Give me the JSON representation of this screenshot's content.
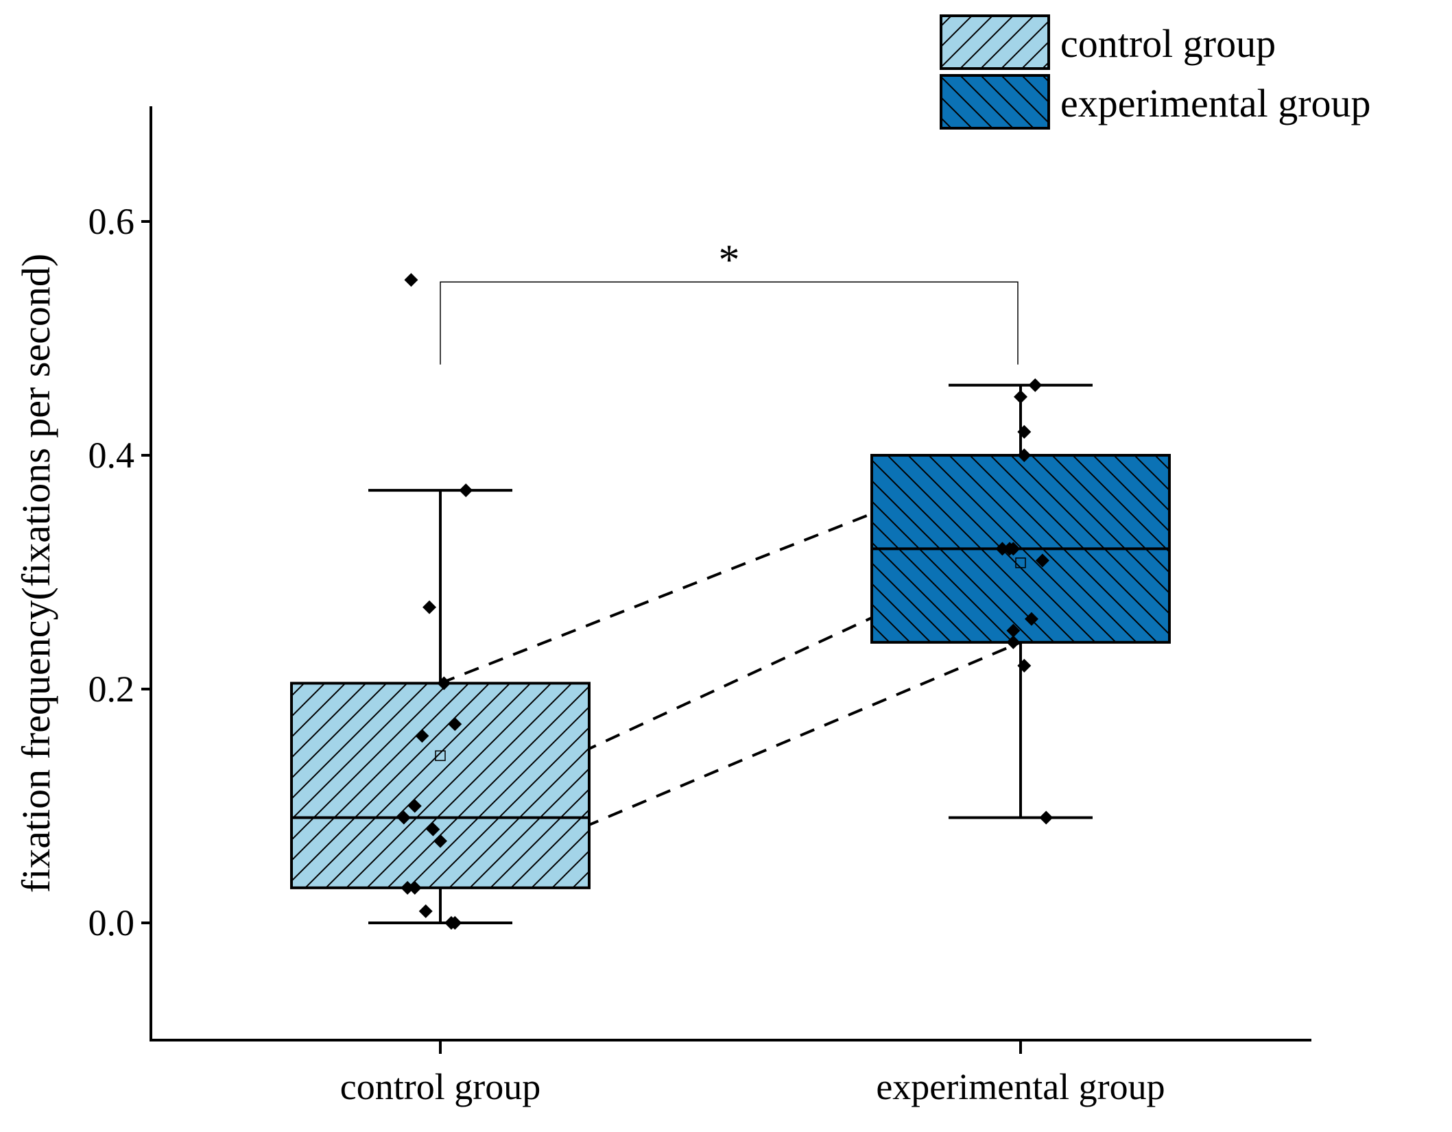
{
  "chart_data": {
    "type": "box",
    "ylabel": "fixation frequency(fixations per second)",
    "xlabel": "",
    "ylim": [
      -0.1,
      0.7
    ],
    "yticks": [
      0.0,
      0.2,
      0.4,
      0.6
    ],
    "ytick_labels": [
      "0.0",
      "0.2",
      "0.4",
      "0.6"
    ],
    "categories": [
      "control group",
      "experimental group"
    ],
    "legend": {
      "position": "top-right",
      "entries": [
        "control group",
        "experimental group"
      ]
    },
    "colors": {
      "control": "#a3d4e8",
      "experimental": "#0b72b5",
      "line": "#000000"
    },
    "series": [
      {
        "name": "control group",
        "fill": "#a3d4e8",
        "hatch": "forward",
        "whisker_low": 0.0,
        "q1": 0.03,
        "median": 0.09,
        "q3": 0.205,
        "whisker_high": 0.37,
        "mean": 0.143,
        "points": [
          {
            "jitter": -0.08,
            "y": 0.55
          },
          {
            "jitter": 0.07,
            "y": 0.37
          },
          {
            "jitter": -0.03,
            "y": 0.27
          },
          {
            "jitter": 0.01,
            "y": 0.205
          },
          {
            "jitter": 0.04,
            "y": 0.17
          },
          {
            "jitter": -0.05,
            "y": 0.16
          },
          {
            "jitter": -0.07,
            "y": 0.1
          },
          {
            "jitter": -0.1,
            "y": 0.09
          },
          {
            "jitter": -0.02,
            "y": 0.08
          },
          {
            "jitter": 0.0,
            "y": 0.07
          },
          {
            "jitter": -0.09,
            "y": 0.03
          },
          {
            "jitter": -0.07,
            "y": 0.03
          },
          {
            "jitter": -0.04,
            "y": 0.01
          },
          {
            "jitter": 0.03,
            "y": 0.0
          },
          {
            "jitter": 0.04,
            "y": 0.0
          }
        ]
      },
      {
        "name": "experimental group",
        "fill": "#0b72b5",
        "hatch": "backward",
        "whisker_low": 0.09,
        "q1": 0.24,
        "median": 0.32,
        "q3": 0.4,
        "whisker_high": 0.46,
        "mean": 0.308,
        "points": [
          {
            "jitter": 0.04,
            "y": 0.46
          },
          {
            "jitter": 0.0,
            "y": 0.45
          },
          {
            "jitter": 0.01,
            "y": 0.42
          },
          {
            "jitter": 0.01,
            "y": 0.4
          },
          {
            "jitter": -0.05,
            "y": 0.32
          },
          {
            "jitter": -0.03,
            "y": 0.32
          },
          {
            "jitter": -0.02,
            "y": 0.32
          },
          {
            "jitter": 0.06,
            "y": 0.31
          },
          {
            "jitter": 0.03,
            "y": 0.26
          },
          {
            "jitter": -0.02,
            "y": 0.25
          },
          {
            "jitter": -0.02,
            "y": 0.24
          },
          {
            "jitter": 0.01,
            "y": 0.22
          },
          {
            "jitter": 0.07,
            "y": 0.09
          }
        ]
      }
    ],
    "connectors": [
      {
        "from": 0.205,
        "to": 0.4
      },
      {
        "from": 0.09,
        "to": 0.32
      },
      {
        "from": 0.03,
        "to": 0.24
      }
    ],
    "significance": {
      "label": "*",
      "between": [
        0,
        1
      ],
      "bracket_y": 0.55,
      "left_drop_to": 0.48,
      "right_drop_to": 0.48
    }
  }
}
